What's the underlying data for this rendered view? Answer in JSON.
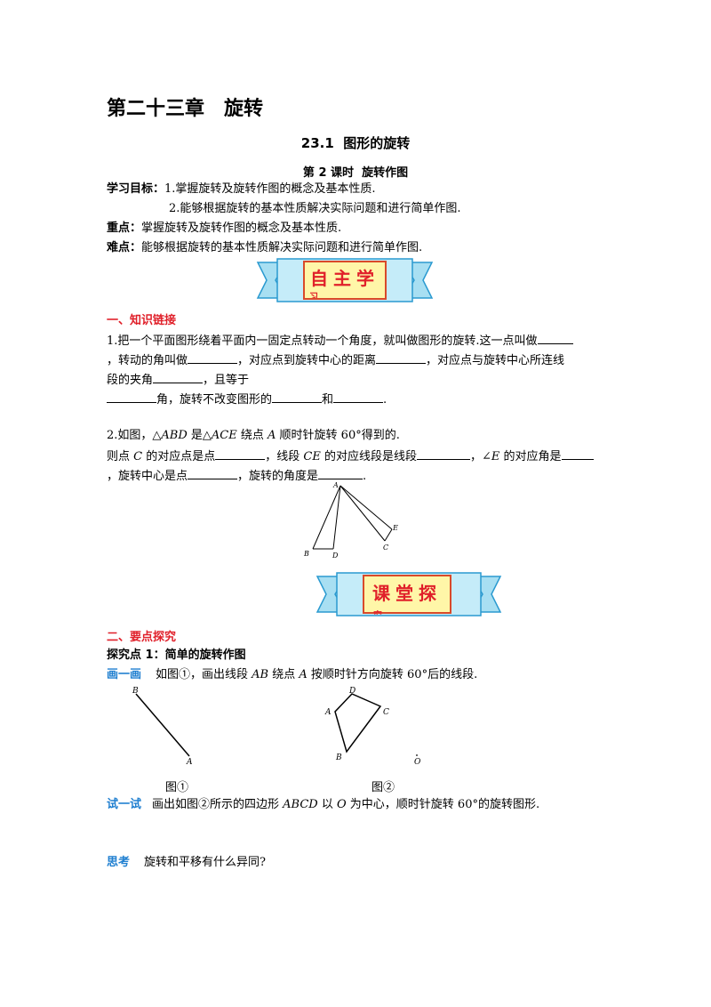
{
  "chapter_title": "第二十三章　旋转",
  "section_title": "23.1  图形的旋转",
  "lesson_title": "第 2 课时  旋转作图",
  "objectives": {
    "label": "学习目标：",
    "item1": "1.掌握旋转及旋转作图的概念及基本性质.",
    "item2": "2.能够根据旋转的基本性质解决实际问题和进行简单作图."
  },
  "key_point": {
    "label": "重点：",
    "text": "掌握旋转及旋转作图的概念及基本性质."
  },
  "difficulty": {
    "label": "难点：",
    "text": "能够根据旋转的基本性质解决实际问题和进行简单作图."
  },
  "banner1": {
    "text": "自主学",
    "sub": "习"
  },
  "section1": {
    "heading": "一、知识链接",
    "q1_l1": "1.把一个平面图形绕着平面内一固定点转动一个角度，就叫做图形的旋转.这一点叫做",
    "q1_l2a": "，转动的角叫做",
    "q1_l2b": "，对应点到旋转中心的距离",
    "q1_l2c": "，对应点与旋转中心所连线",
    "q1_l3a": "段的夹角",
    "q1_l3b": "，且等于",
    "q1_l4a": "角，旋转不改变图形的",
    "q1_l4b": "和",
    "q1_l4c": ".",
    "q2_l1a": "2.如图，△",
    "q2_l1b": "ABD",
    "q2_l1c": " 是△",
    "q2_l1d": "ACE",
    "q2_l1e": " 绕点 ",
    "q2_l1f": "A",
    "q2_l1g": " 顺时针旋转 60°得到的.",
    "q2_l2a": "则点 ",
    "q2_l2b": "C",
    "q2_l2c": " 的对应点是点",
    "q2_l2d": "，线段 ",
    "q2_l2e": "CE",
    "q2_l2f": " 的对应线段是线段",
    "q2_l2g": "，∠",
    "q2_l2h": "E",
    "q2_l2i": " 的对应角是",
    "q2_l3a": "，旋转中心是点",
    "q2_l3b": "，旋转的角度是",
    "q2_l3c": "."
  },
  "fig_triangles": {
    "A": "A",
    "B": "B",
    "D": "D",
    "C": "C",
    "E": "E"
  },
  "banner2": {
    "text": "课堂探",
    "sub": "究"
  },
  "section2": {
    "heading": "二、要点探究",
    "point1": "探究点 1：简单的旋转作图",
    "draw_label": "画一画",
    "draw_a": "如图①，画出线段 ",
    "draw_b": "AB",
    "draw_c": " 绕点 ",
    "draw_d": "A",
    "draw_e": " 按顺时针方向旋转 60°后的线段.",
    "fig1_caption": "图①",
    "fig2_caption": "图②",
    "try_label": "试一试",
    "try_a": "画出如图②所示的四边形 ",
    "try_b": "ABCD",
    "try_c": " 以 ",
    "try_d": "O",
    "try_e": " 为中心，顺时针旋转 60°的旋转图形.",
    "think_label": "思考",
    "think_text": "旋转和平移有什么异同?"
  },
  "fig1": {
    "B": "B",
    "A": "A"
  },
  "fig2": {
    "D": "D",
    "A": "A",
    "C": "C",
    "B": "B",
    "O": "O"
  }
}
